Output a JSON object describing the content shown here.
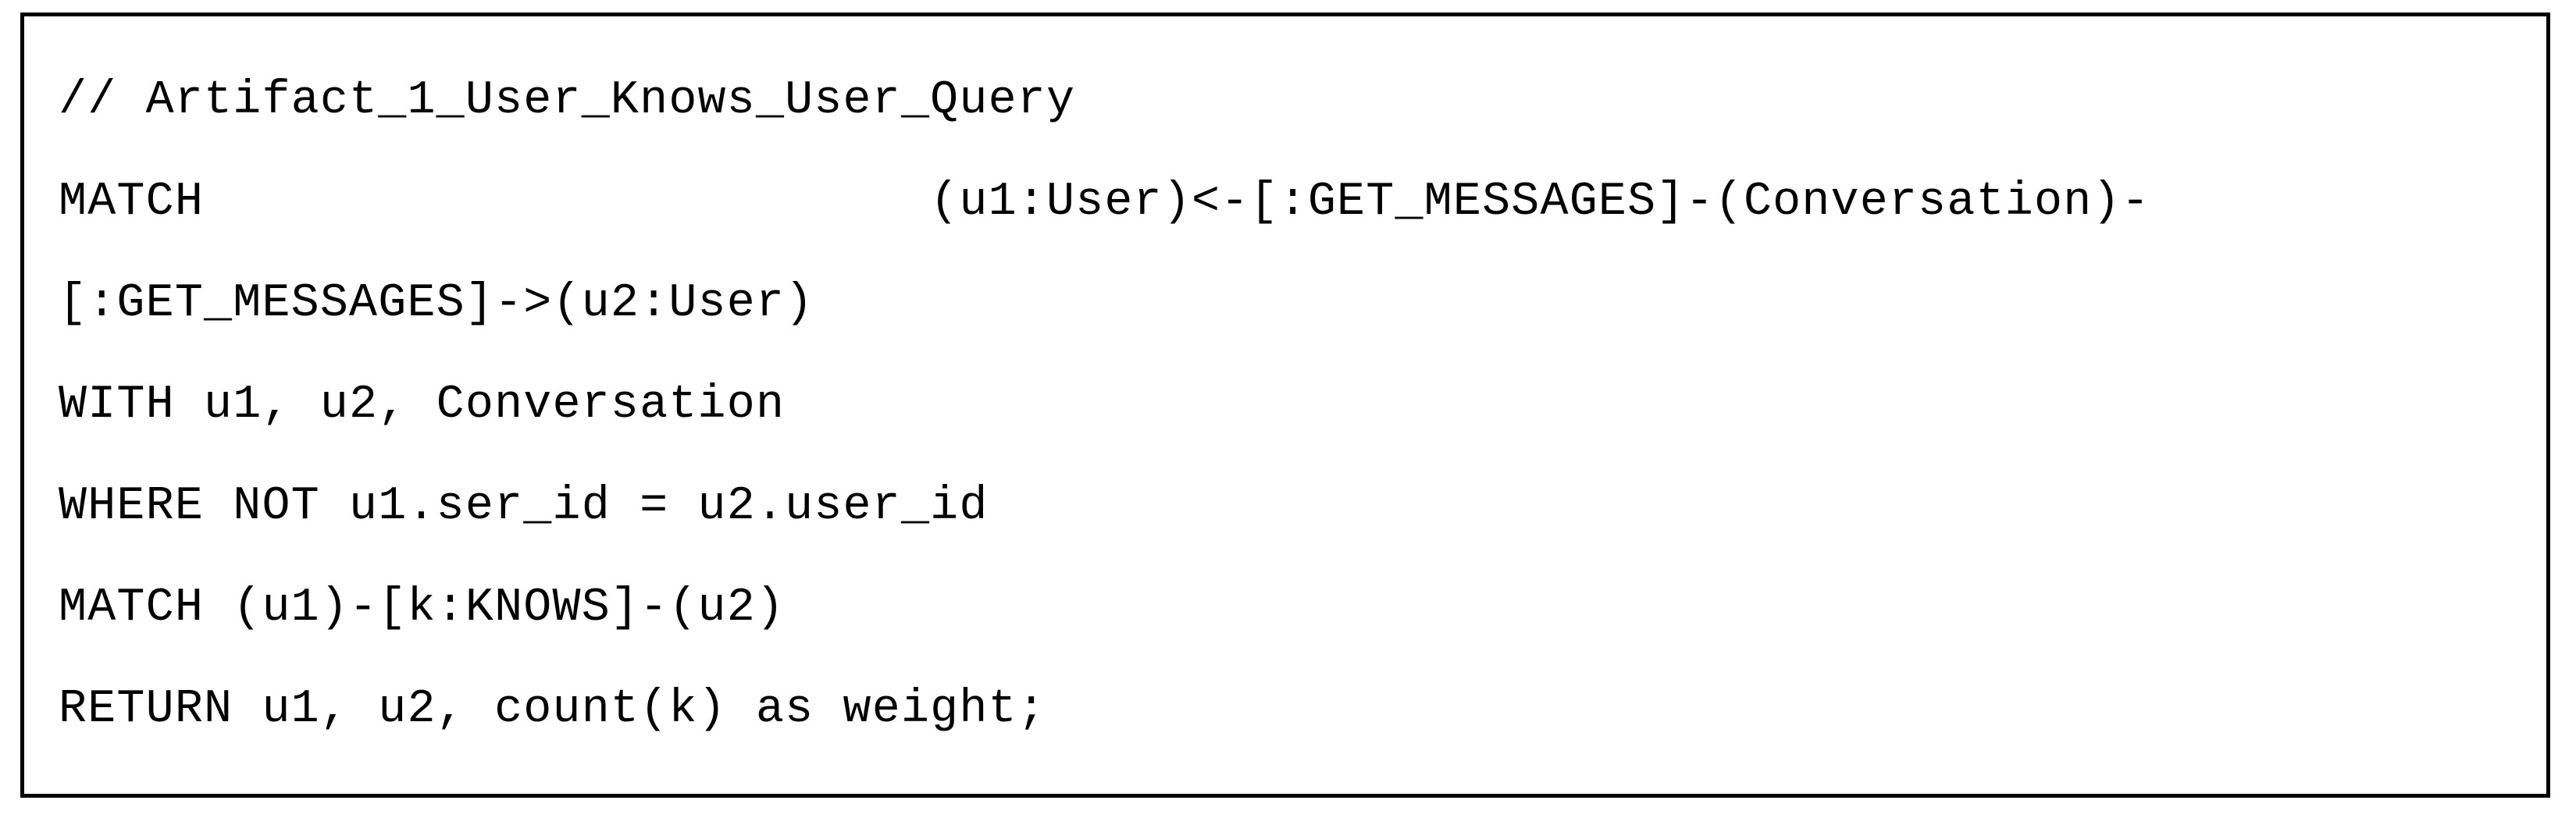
{
  "figure": {
    "kind": "code-listing",
    "language": "cypher",
    "border_color": "#000000",
    "background_color": "#ffffff",
    "text_color": "#000000"
  },
  "code": {
    "lines": [
      "// Artifact_1_User_Knows_User_Query",
      "MATCH                         (u1:User)<-[:GET_MESSAGES]-(Conversation)-",
      "[:GET_MESSAGES]->(u2:User)",
      "WITH u1, u2, Conversation",
      "WHERE NOT u1.ser_id = u2.user_id",
      "MATCH (u1)-[k:KNOWS]-(u2)",
      "RETURN u1, u2, count(k) as weight;"
    ],
    "line_01": "// Artifact_1_User_Knows_User_Query",
    "line_02": "MATCH                         (u1:User)<-[:GET_MESSAGES]-(Conversation)-",
    "line_03": "[:GET_MESSAGES]->(u2:User)",
    "line_04": "WITH u1, u2, Conversation",
    "line_05": "WHERE NOT u1.ser_id = u2.user_id",
    "line_06": "MATCH (u1)-[k:KNOWS]-(u2)",
    "line_07": "RETURN u1, u2, count(k) as weight;"
  }
}
